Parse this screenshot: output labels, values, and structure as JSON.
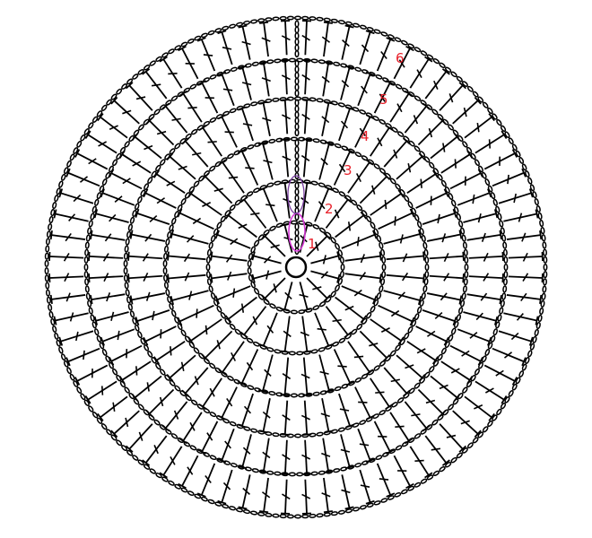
{
  "colors": {
    "stitch": "#000000",
    "label": "#e8202a",
    "marker_round1": "#d63ad6",
    "marker_round2": "#7a3fa0",
    "background": "#ffffff"
  },
  "diagram": {
    "type": "crochet-circle-chart",
    "stitch_symbols": [
      "chain-oval",
      "double-crochet-post",
      "magic-ring"
    ],
    "rounds": [
      {
        "number": 1,
        "label": "1",
        "stitches": 12
      },
      {
        "number": 2,
        "label": "2",
        "stitches": 24
      },
      {
        "number": 3,
        "label": "3",
        "stitches": 36
      },
      {
        "number": 4,
        "label": "4",
        "stitches": 48
      },
      {
        "number": 5,
        "label": "5",
        "stitches": 60
      },
      {
        "number": 6,
        "label": "6",
        "stitches": 72
      }
    ]
  }
}
